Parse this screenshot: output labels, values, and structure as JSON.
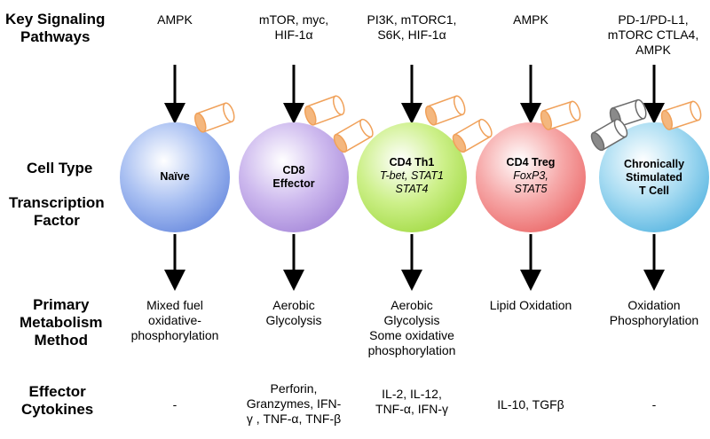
{
  "row_labels": {
    "signaling": [
      "Key Signaling",
      "Pathways"
    ],
    "cell_type": "Cell Type",
    "transcription": [
      "Transcription",
      "Factor"
    ],
    "metabolism": [
      "Primary",
      "Metabolism",
      "Method"
    ],
    "cytokines": [
      "Effector",
      "Cytokines"
    ]
  },
  "columns": [
    {
      "signaling": [
        "AMPK"
      ],
      "cell_name": [
        "Naïve"
      ],
      "tf": [],
      "metabolism": [
        "Mixed fuel",
        "oxidative-",
        "phosphorylation"
      ],
      "cytokines": [
        "-"
      ]
    },
    {
      "signaling": [
        "mTOR, myc,",
        "HIF-1α"
      ],
      "cell_name": [
        "CD8",
        "Effector"
      ],
      "tf": [],
      "metabolism": [
        "Aerobic",
        "Glycolysis"
      ],
      "cytokines": [
        "Perforin,",
        "Granzymes, IFN-",
        "γ , TNF-α, TNF-β"
      ]
    },
    {
      "signaling": [
        "PI3K, mTORC1,",
        "S6K, HIF-1α"
      ],
      "cell_name": [
        "CD4 Th1"
      ],
      "tf": [
        "T-bet, STAT1",
        "STAT4"
      ],
      "metabolism": [
        "Aerobic",
        "Glycolysis",
        "Some oxidative",
        "phosphorylation"
      ],
      "cytokines": [
        "IL-2, IL-12,",
        "TNF-α, IFN-γ"
      ]
    },
    {
      "signaling": [
        "AMPK"
      ],
      "cell_name": [
        "CD4 Treg"
      ],
      "tf": [
        "FoxP3,",
        "STAT5"
      ],
      "metabolism": [
        "Lipid Oxidation"
      ],
      "cytokines": [
        "IL-10, TGFβ"
      ]
    },
    {
      "signaling": [
        "PD-1/PD-L1,",
        "mTORC CTLA4,",
        "AMPK"
      ],
      "cell_name": [
        "Chronically",
        "Stimulated",
        "T Cell"
      ],
      "tf": [],
      "metabolism": [
        "Oxidation",
        "Phosphorylation"
      ],
      "cytokines": [
        "-"
      ]
    }
  ],
  "colors": {
    "cell_fills": [
      "#7f9fe8",
      "#b59be0",
      "#b8e46a",
      "#f07b7b",
      "#6fc3e6"
    ],
    "mito_orange": "#f0a15a",
    "mito_gray": "#6b6b6b",
    "arrow": "#000000"
  }
}
